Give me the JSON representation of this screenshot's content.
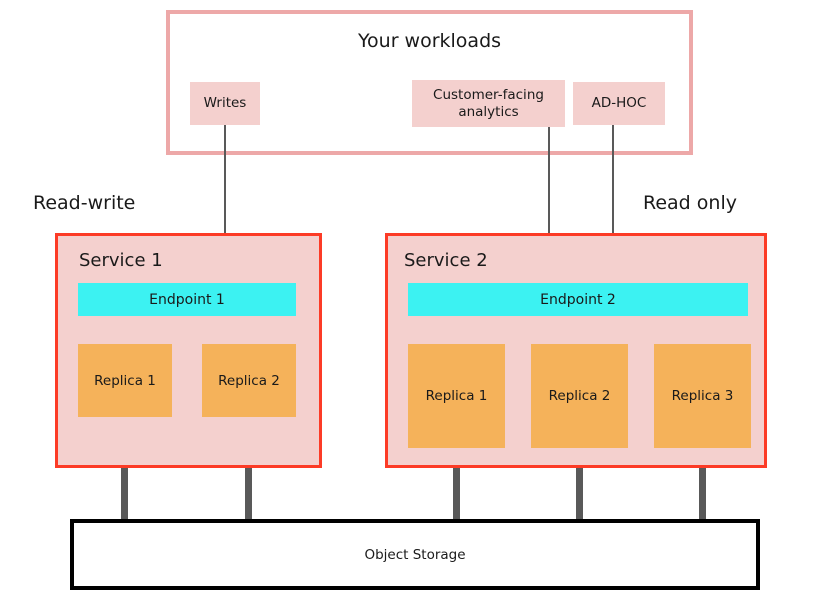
{
  "diagram": {
    "workloads": {
      "title": "Your workloads",
      "border_color": "#eda8a8",
      "chips": [
        {
          "label": "Writes"
        },
        {
          "label": "Customer-facing analytics"
        },
        {
          "label": "AD-HOC"
        }
      ]
    },
    "captions": {
      "left": "Read-write",
      "right": "Read only"
    },
    "services": [
      {
        "title": "Service 1",
        "endpoint": "Endpoint 1",
        "replicas": [
          "Replica 1",
          "Replica 2"
        ],
        "border_color": "#fc3b26",
        "fill_color": "#f4d0ce"
      },
      {
        "title": "Service 2",
        "endpoint": "Endpoint 2",
        "replicas": [
          "Replica 1",
          "Replica 2",
          "Replica 3"
        ],
        "border_color": "#fc3b26",
        "fill_color": "#f4d0ce"
      }
    ],
    "storage": {
      "label": "Object Storage",
      "border_color": "#000000"
    },
    "colors": {
      "endpoint_fill": "#3cf2f2",
      "replica_fill": "#f5b25a",
      "chip_fill": "#f4d0ce",
      "connector": "#595959"
    }
  }
}
